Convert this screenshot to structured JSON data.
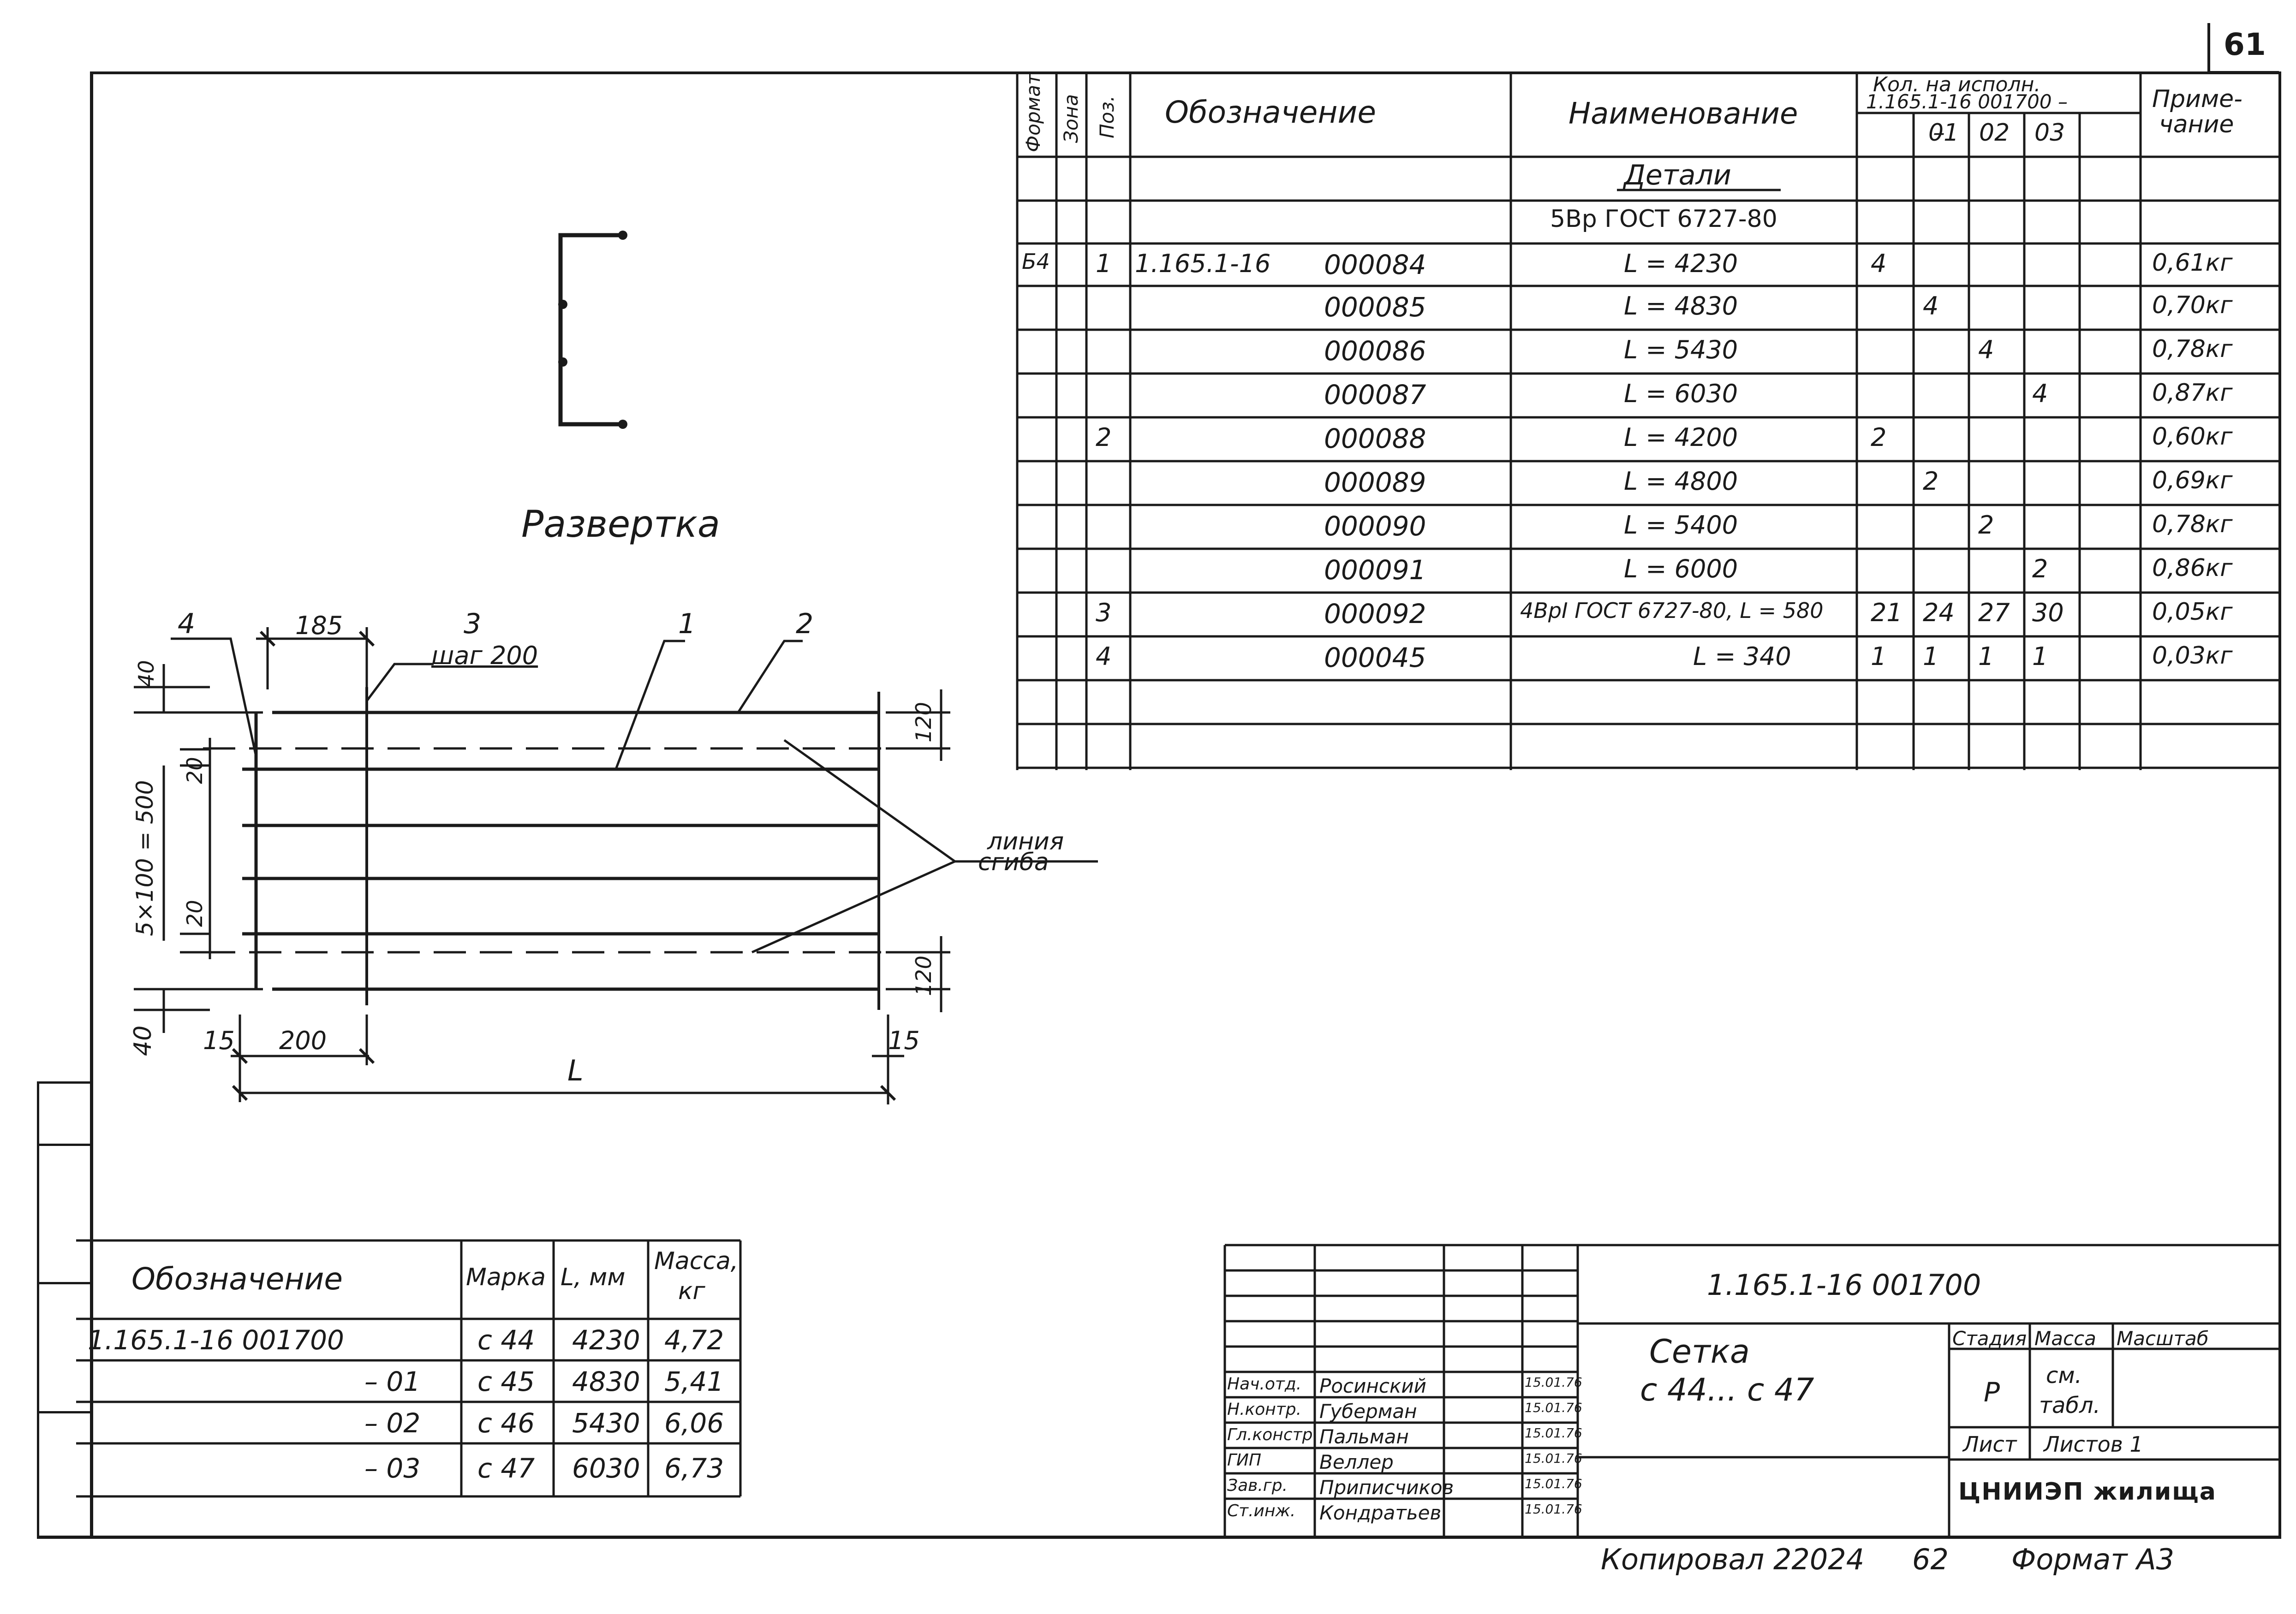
{
  "sheet": {
    "sheet_number": "61",
    "copied_by": "Копировал 22024",
    "copied_page": "62",
    "format": "Формат А3"
  },
  "spec_table": {
    "headers": {
      "format": "Формат",
      "zone": "Зона",
      "pos": "Поз.",
      "designation": "Обозначение",
      "name": "Наименование",
      "qty_title_1": "Кол. на исполн.",
      "qty_title_2": "1.165.1-16 001700 –",
      "qty_cols": [
        "–",
        "01",
        "02",
        "03"
      ],
      "note_1": "Приме-",
      "note_2": "чание"
    },
    "section_title": "Детали",
    "material": "5Вр ГОСТ 6727-80",
    "rows": [
      {
        "format": "Б4",
        "pos": "1",
        "prefix": "1.165.1-16",
        "code": "000084",
        "name": "L = 4230",
        "q0": "4",
        "q1": "",
        "q2": "",
        "q3": "",
        "note": "0,61кг"
      },
      {
        "format": "",
        "pos": "",
        "prefix": "",
        "code": "000085",
        "name": "L = 4830",
        "q0": "",
        "q1": "4",
        "q2": "",
        "q3": "",
        "note": "0,70кг"
      },
      {
        "format": "",
        "pos": "",
        "prefix": "",
        "code": "000086",
        "name": "L = 5430",
        "q0": "",
        "q1": "",
        "q2": "4",
        "q3": "",
        "note": "0,78кг"
      },
      {
        "format": "",
        "pos": "",
        "prefix": "",
        "code": "000087",
        "name": "L = 6030",
        "q0": "",
        "q1": "",
        "q2": "",
        "q3": "4",
        "note": "0,87кг"
      },
      {
        "format": "",
        "pos": "2",
        "prefix": "",
        "code": "000088",
        "name": "L = 4200",
        "q0": "2",
        "q1": "",
        "q2": "",
        "q3": "",
        "note": "0,60кг"
      },
      {
        "format": "",
        "pos": "",
        "prefix": "",
        "code": "000089",
        "name": "L = 4800",
        "q0": "",
        "q1": "2",
        "q2": "",
        "q3": "",
        "note": "0,69кг"
      },
      {
        "format": "",
        "pos": "",
        "prefix": "",
        "code": "000090",
        "name": "L = 5400",
        "q0": "",
        "q1": "",
        "q2": "2",
        "q3": "",
        "note": "0,78кг"
      },
      {
        "format": "",
        "pos": "",
        "prefix": "",
        "code": "000091",
        "name": "L = 6000",
        "q0": "",
        "q1": "",
        "q2": "",
        "q3": "2",
        "note": "0,86кг"
      },
      {
        "format": "",
        "pos": "3",
        "prefix": "",
        "code": "000092",
        "name": "4ВрI ГОСТ 6727-80, L = 580",
        "q0": "21",
        "q1": "24",
        "q2": "27",
        "q3": "30",
        "note": "0,05кг"
      },
      {
        "format": "",
        "pos": "4",
        "prefix": "",
        "code": "000045",
        "name": "L = 340",
        "q0": "1",
        "q1": "1",
        "q2": "1",
        "q3": "1",
        "note": "0,03кг"
      }
    ]
  },
  "drawing": {
    "development_title": "Развертка",
    "callouts": [
      "4",
      "3",
      "1",
      "2"
    ],
    "pitch_label": "шаг 200",
    "bend_line_1": "линия",
    "bend_line_2": "сгиба",
    "dims": {
      "d185": "185",
      "d200": "200",
      "d15_left": "15",
      "d15_right": "15",
      "d40_top": "40",
      "d40_bottom": "40",
      "d20_top": "20",
      "d20_bottom": "20",
      "d120_top": "120",
      "d120_bottom": "120",
      "d500": "5×100 = 500",
      "length": "L"
    }
  },
  "mark_table": {
    "headers": {
      "designation": "Обозначение",
      "mark": "Марка",
      "length": "L, мм",
      "mass_1": "Масса,",
      "mass_2": "кг"
    },
    "rows": [
      {
        "designation": "1.165.1-16 001700",
        "mark": "с 44",
        "length": "4230",
        "mass": "4,72"
      },
      {
        "designation": "– 01",
        "mark": "с 45",
        "length": "4830",
        "mass": "5,41"
      },
      {
        "designation": "– 02",
        "mark": "с 46",
        "length": "5430",
        "mass": "6,06"
      },
      {
        "designation": "– 03",
        "mark": "с 47",
        "length": "6030",
        "mass": "6,73"
      }
    ]
  },
  "title_block": {
    "document_code": "1.165.1-16   001700",
    "product_name_1": "Сетка",
    "product_name_2": "с 44... с 47",
    "stage_label": "Стадия",
    "mass_label": "Масса",
    "scale_label": "Масштаб",
    "stage_value": "Р",
    "mass_value_1": "см.",
    "mass_value_2": "табл.",
    "sheet_label": "Лист",
    "sheets_label": "Листов 1",
    "organization": "ЦНИИЭП жилища",
    "signatures": [
      {
        "role": "Нач.отд.",
        "name": "Росинский",
        "date": "15.01.76"
      },
      {
        "role": "Н.контр.",
        "name": "Губерман",
        "date": "15.01.76"
      },
      {
        "role": "Гл.констр.",
        "name": "Пальман",
        "date": "15.01.76"
      },
      {
        "role": "ГИП",
        "name": "Веллер",
        "date": "15.01.76"
      },
      {
        "role": "Зав.гр.",
        "name": "Приписчиков",
        "date": "15.01.76"
      },
      {
        "role": "Ст.инж.",
        "name": "Кондратьев",
        "date": "15.01.76"
      }
    ]
  }
}
